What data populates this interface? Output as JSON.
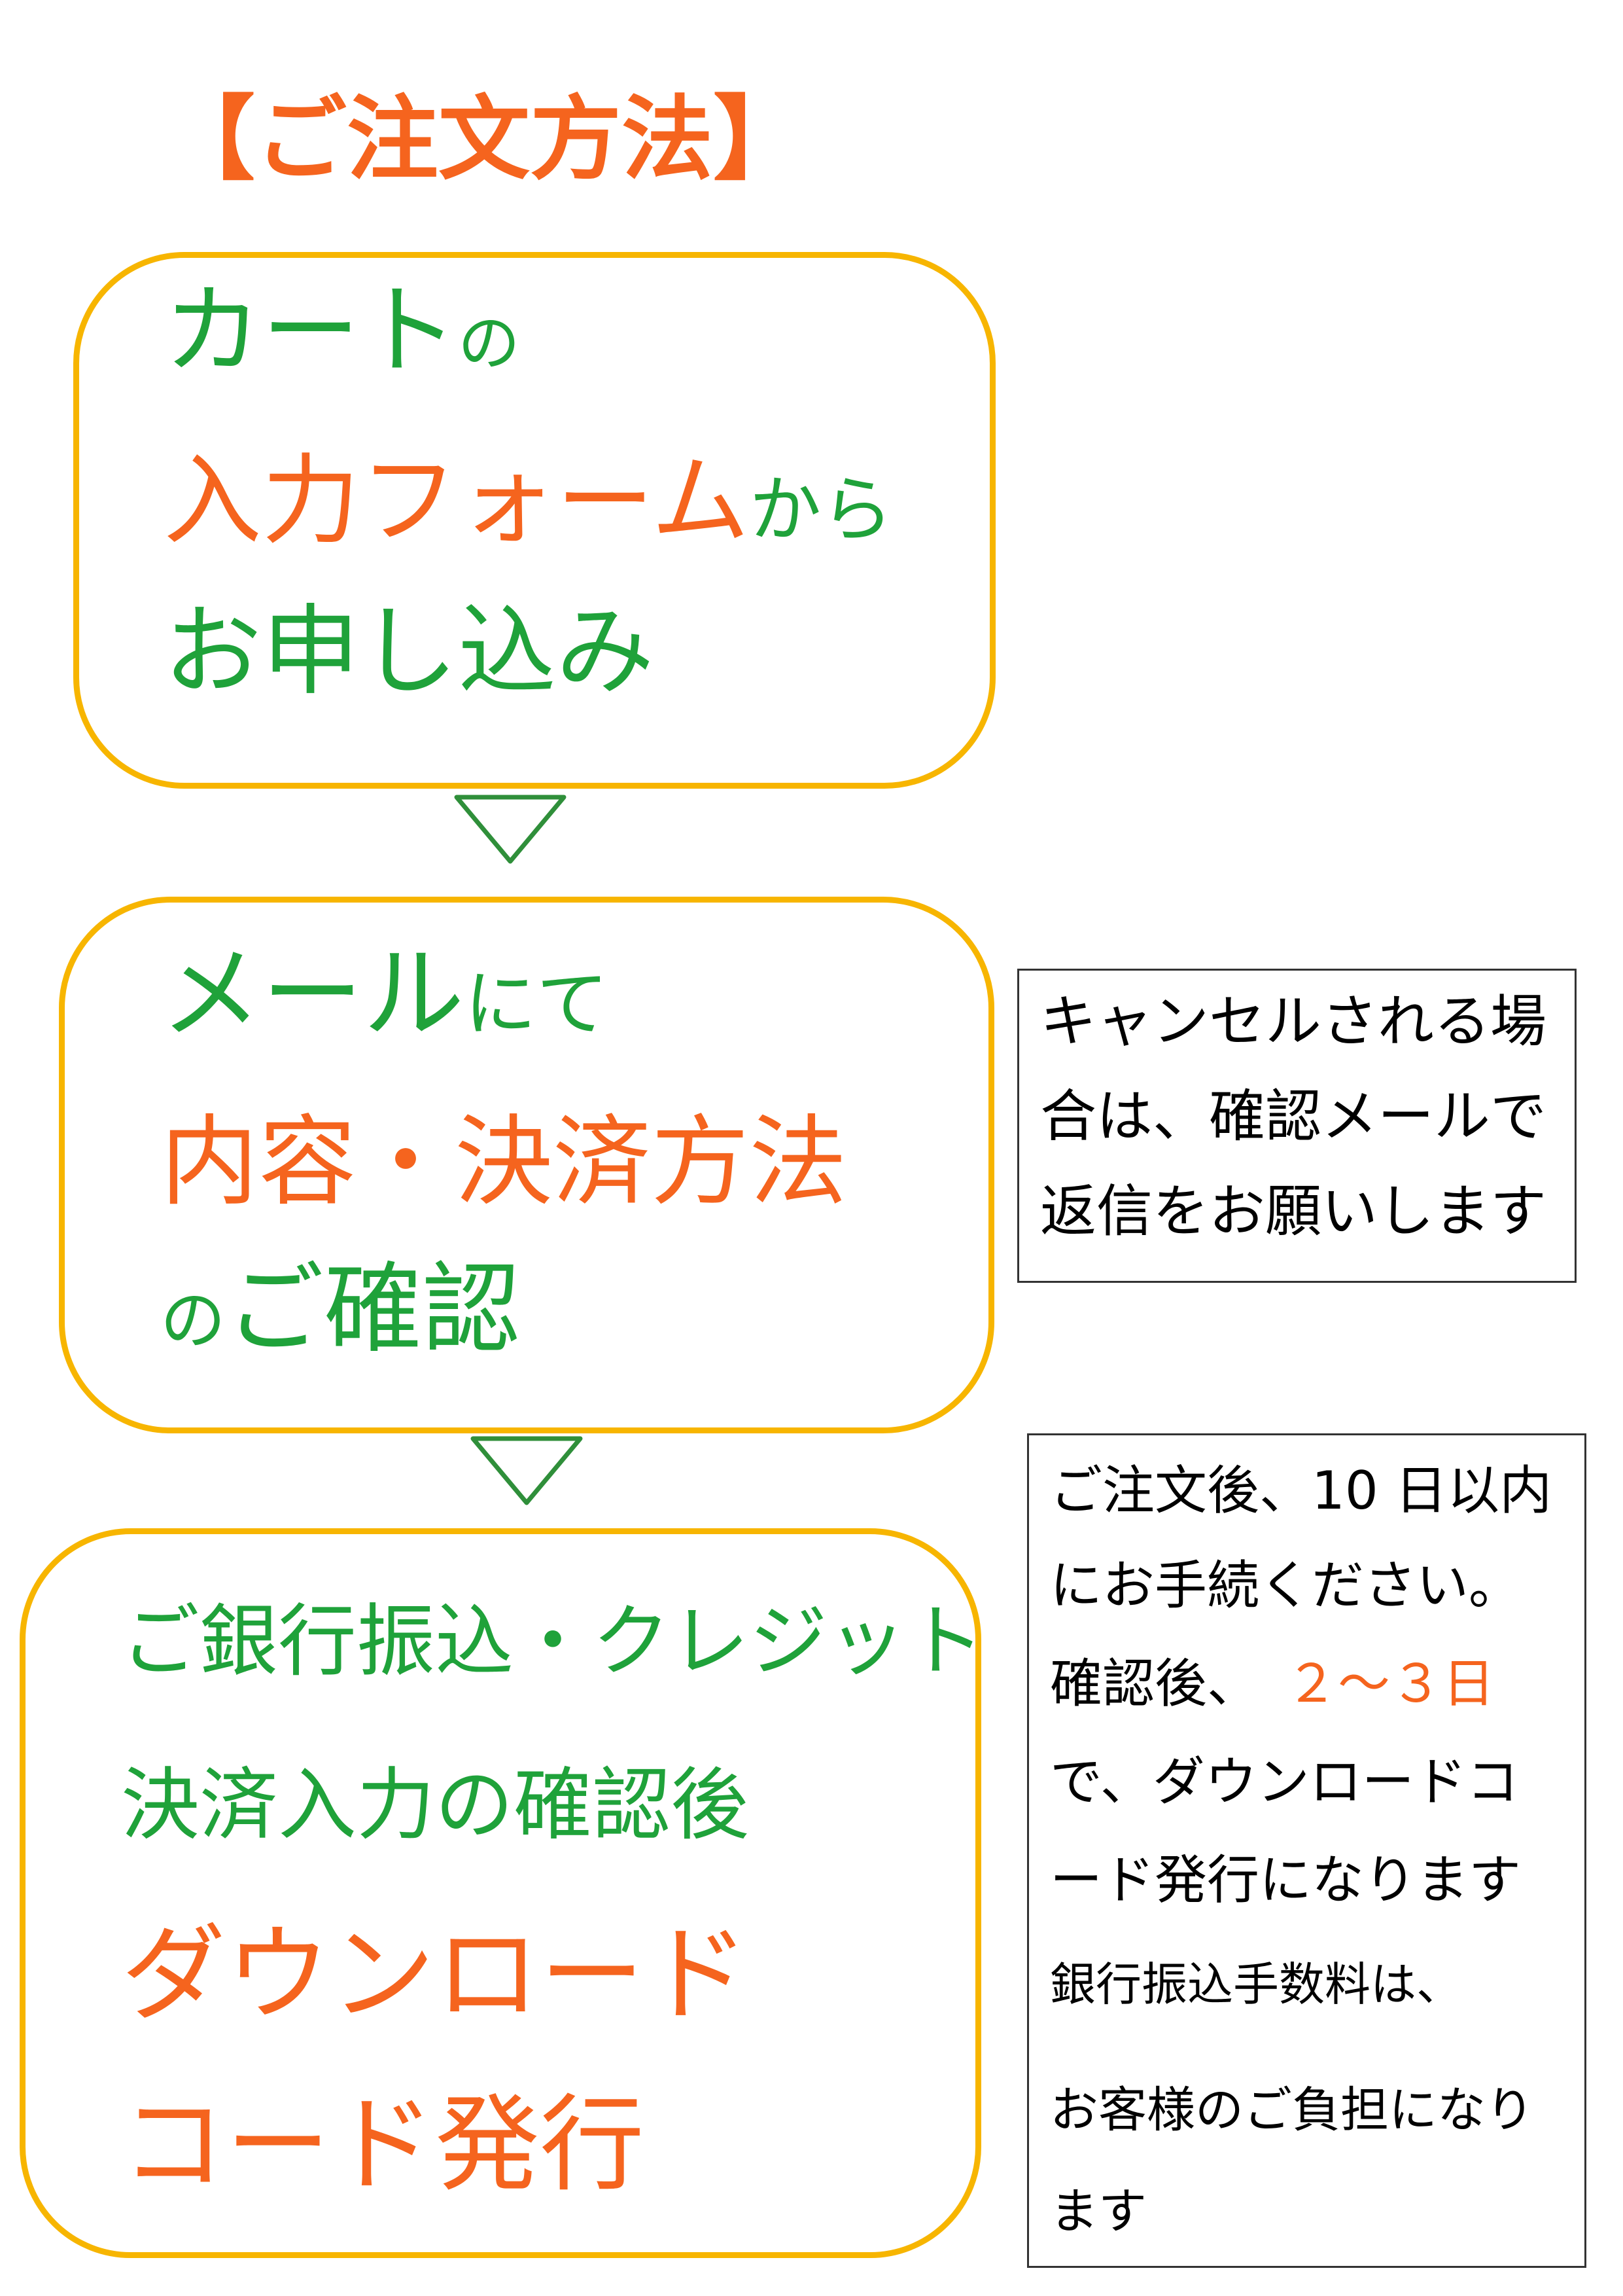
{
  "title": "【ご注文方法】",
  "colors": {
    "green": "#1fa23a",
    "orange": "#f5641e",
    "box_border": "#f7b500",
    "note_border": "#333333"
  },
  "step1": {
    "line1_main": "カート",
    "line1_small": "の",
    "line2_main": "入力フォーム",
    "line2_small": "から",
    "line3": "お申し込み"
  },
  "step2": {
    "line1_main": "メール",
    "line1_small": "にて",
    "line2": "内容・決済方法",
    "line3_small": "の",
    "line3_main": "ご確認"
  },
  "step3": {
    "line1": "ご銀行振込・クレジット",
    "line2": "決済入力の確認後",
    "line3": "ダウンロード",
    "line4": "コード発行"
  },
  "note1": {
    "line1": "キャンセルされる場",
    "line2": "合は、確認メールで",
    "line3": "返信をお願いします"
  },
  "note2": {
    "line1": "ご注文後、10 日以内",
    "line2": "にお手続ください。",
    "line3_pre": "確認後、",
    "line3_highlight": "２～３日",
    "line4": "で、ダウンロードコ",
    "line5": "ード発行になります",
    "line6": "銀行振込手数料は、",
    "line7": "お客様のご負担になり",
    "line8": "ます"
  },
  "arrows": [
    "down-triangle-icon",
    "down-triangle-icon"
  ]
}
